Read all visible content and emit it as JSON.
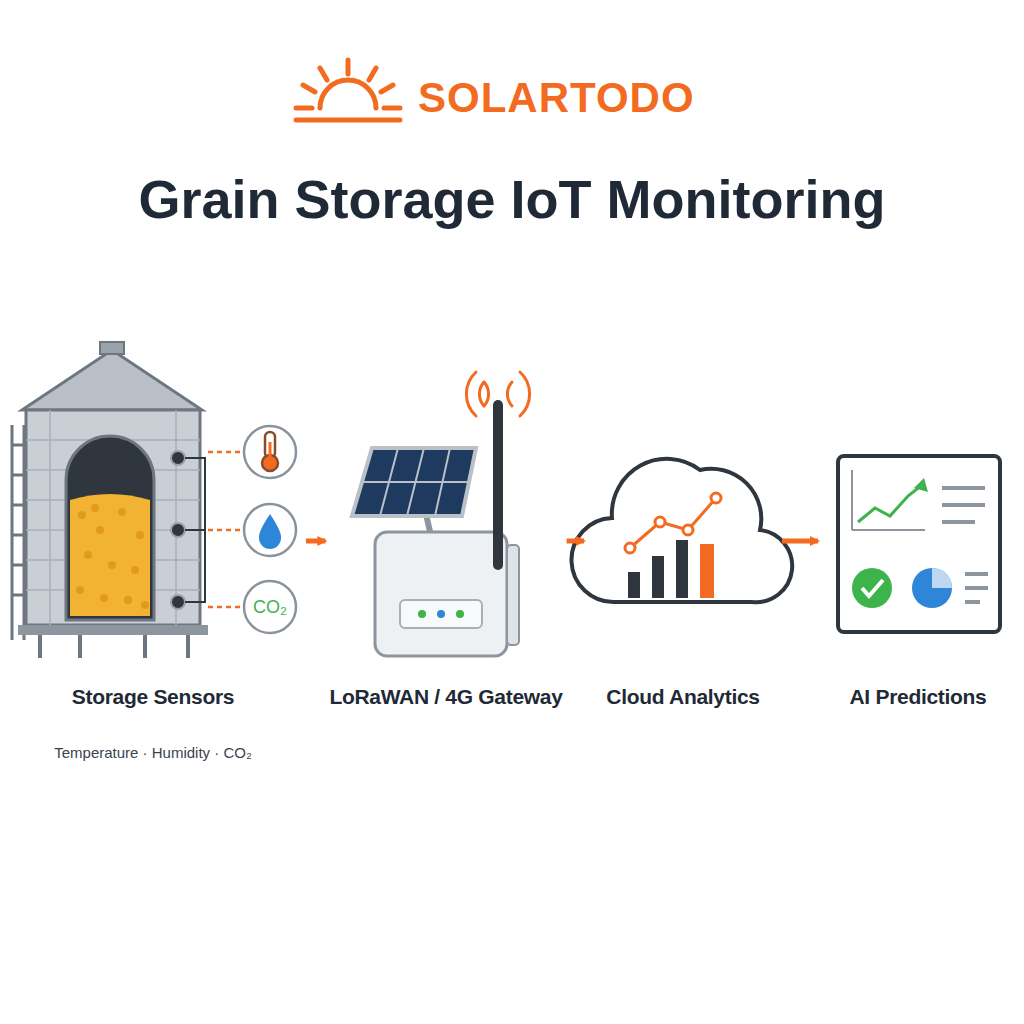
{
  "diagram": {
    "title": "Grain Storage IoT Monitoring",
    "nodes": [
      {
        "text": [
          "Storage Sensors",
          "Temperature · Humidity · CO₂"
        ]
      },
      {
        "text": [
          "LoRaWAN / 4G Gateway"
        ]
      },
      {
        "text": [
          "Cloud Analytics"
        ]
      },
      {
        "text": [
          "AI Predictions"
        ]
      }
    ],
    "edges": [
      {
        "from": 0,
        "to": 1,
        "arrow": "to"
      },
      {
        "from": 1,
        "to": 2,
        "arrow": "to"
      },
      {
        "from": 2,
        "to": 3,
        "arrow": "to"
      }
    ],
    "labels": [
      "SOLARTODO",
      "CO₂"
    ]
  }
}
